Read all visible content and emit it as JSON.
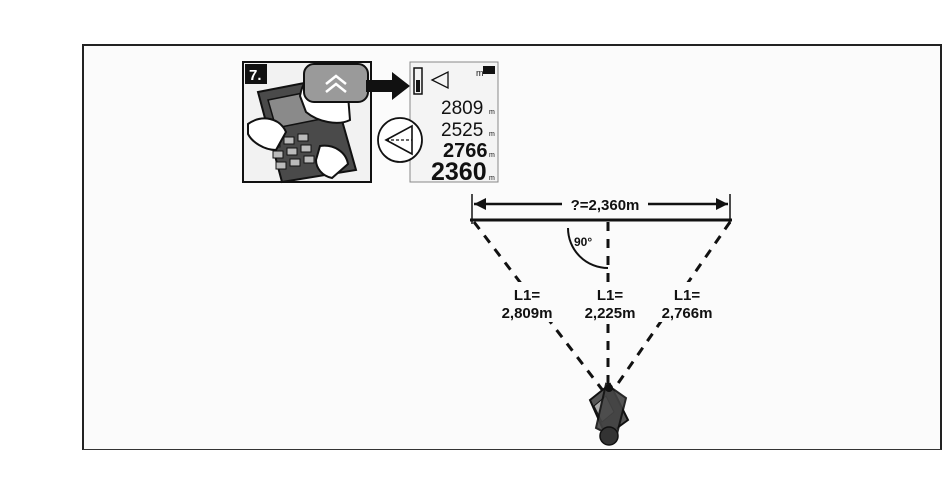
{
  "figure": {
    "step_label": "7.",
    "lcd": {
      "top_unit": "m",
      "readings": [
        "2809",
        "2525",
        "2766",
        "2360"
      ],
      "reading_units": [
        "m",
        "m",
        "m",
        "m"
      ]
    },
    "top_distance_label": "?=2,360m",
    "angle_label": "90°",
    "measurements": [
      {
        "name": "L1=",
        "value": "2,809m"
      },
      {
        "name": "L1=",
        "value": "2,225m"
      },
      {
        "name": "L1=",
        "value": "2,766m"
      }
    ]
  }
}
